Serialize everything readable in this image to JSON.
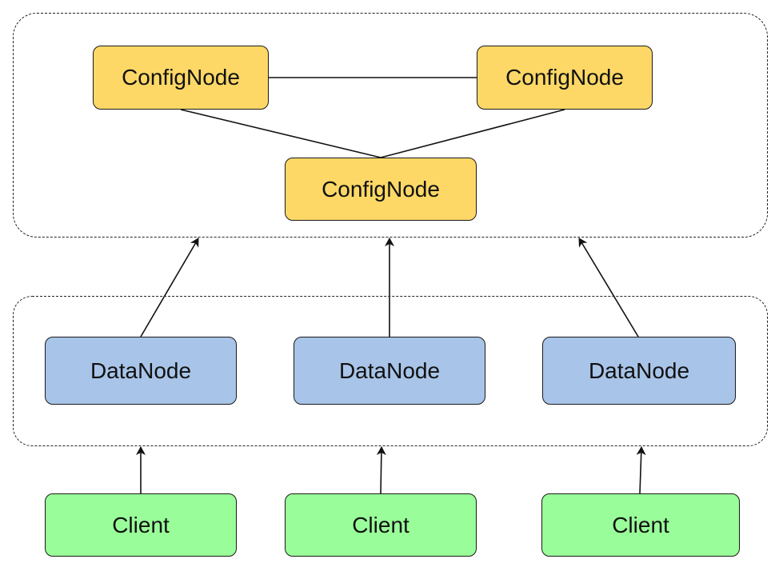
{
  "colors": {
    "config_fill": "#fdd866",
    "data_fill": "#a8c4e8",
    "client_fill": "#99fd99",
    "stroke": "#1a1a1a"
  },
  "config_nodes": [
    {
      "label": "ConfigNode"
    },
    {
      "label": "ConfigNode"
    },
    {
      "label": "ConfigNode"
    }
  ],
  "data_nodes": [
    {
      "label": "DataNode"
    },
    {
      "label": "DataNode"
    },
    {
      "label": "DataNode"
    }
  ],
  "clients": [
    {
      "label": "Client"
    },
    {
      "label": "Client"
    },
    {
      "label": "Client"
    }
  ]
}
